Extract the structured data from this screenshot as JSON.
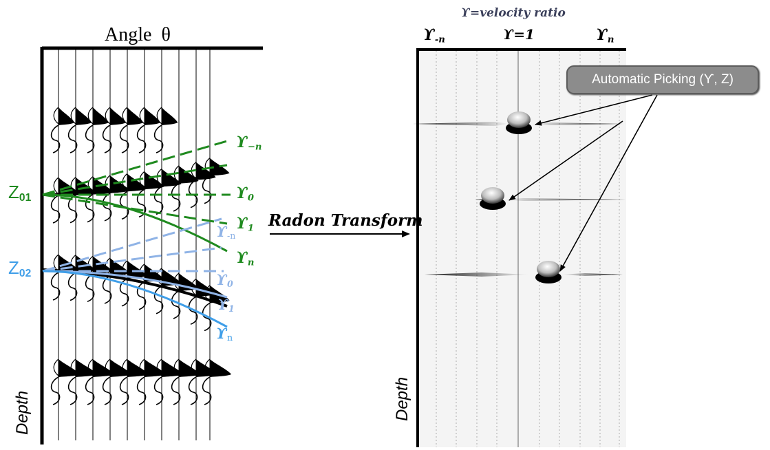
{
  "left_panel": {
    "angle_label": "Angle",
    "theta_symbol": "θ",
    "depth_label": "Depth",
    "z01": {
      "base": "Z",
      "sub": "01"
    },
    "z02": {
      "base": "Z",
      "sub": "02"
    },
    "green_gammas": [
      {
        "base": "ϒ",
        "sub": "−n"
      },
      {
        "base": "ϒ",
        "sub": "0"
      },
      {
        "base": "ϒ",
        "sub": "1"
      },
      {
        "base": "ϒ",
        "sub": "n"
      }
    ],
    "blue_gammas": [
      {
        "base": "ϒ",
        "sub": "-n"
      },
      {
        "base": "ϒ",
        "sub": "0"
      },
      {
        "base": "ϒ",
        "sub": "1"
      },
      {
        "base": "ϒ",
        "sub": "n"
      }
    ]
  },
  "transform_label": "Radon Transform",
  "right_panel": {
    "title": "ϒ=velocity ratio",
    "axis_left": {
      "base": "ϒ",
      "sub": "-n"
    },
    "axis_center": "ϒ=1",
    "axis_right": {
      "base": "ϒ",
      "sub": "n"
    },
    "depth_label": "Depth",
    "picking_label": "Automatic Picking (ϒ, Z)"
  },
  "colors": {
    "green": "#1f8a1f",
    "blue": "#3f9ee8",
    "dashed_blue": "#8fb3e6",
    "callout_fill": "#8c8c8c"
  }
}
